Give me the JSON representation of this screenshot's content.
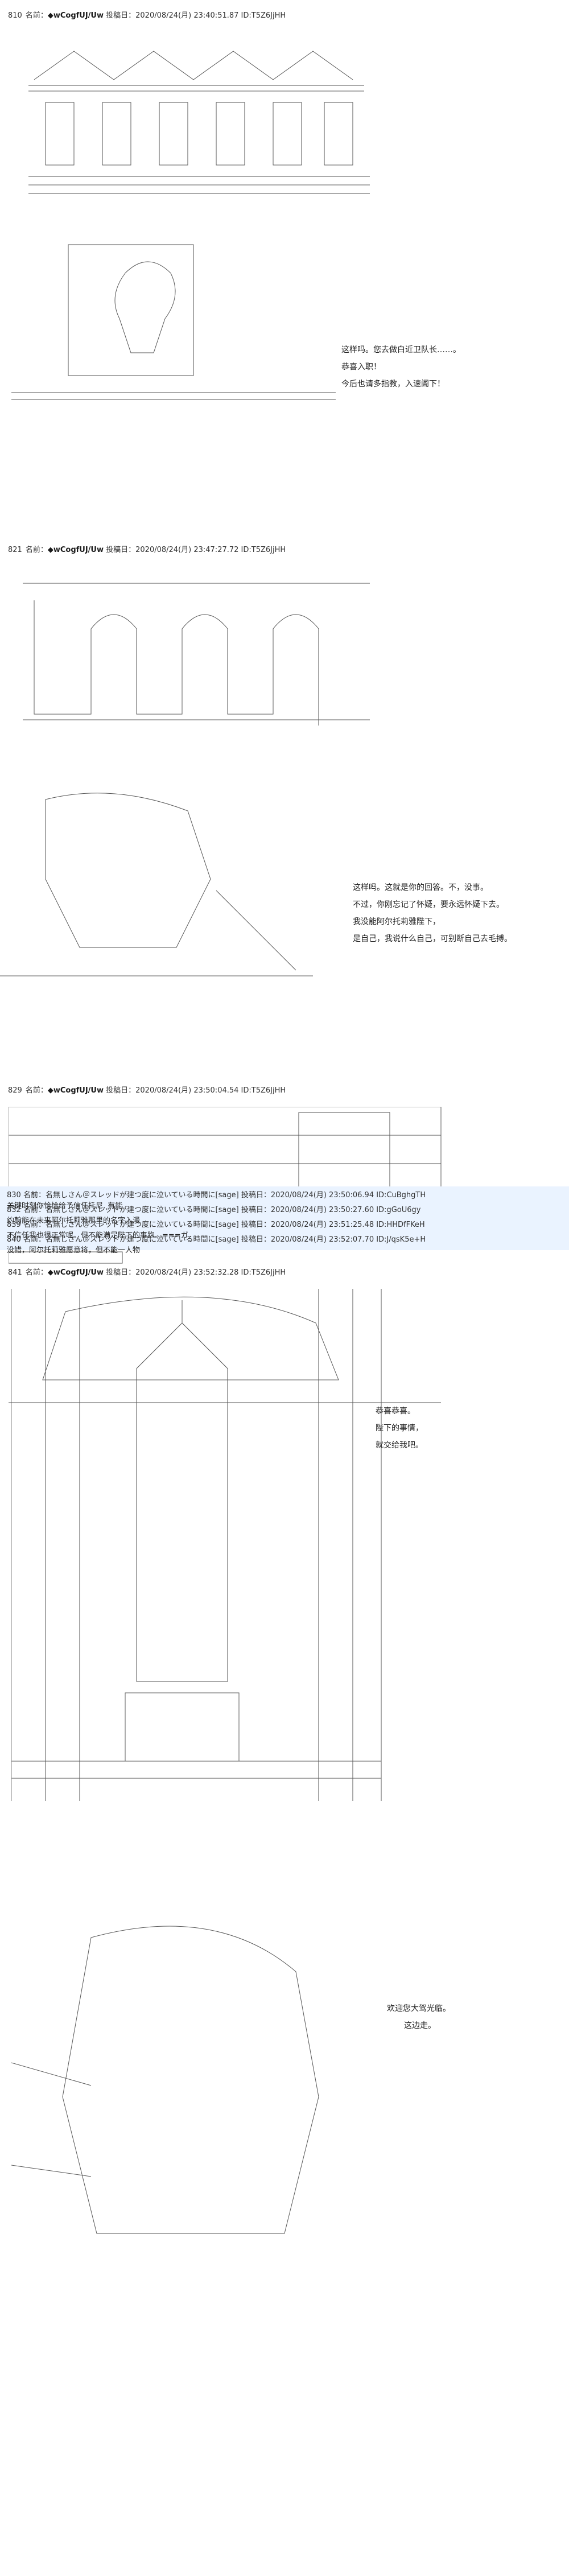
{
  "posts": [
    {
      "num": "810",
      "label": "名前：",
      "trip": "◆wCogfUJ/Uw",
      "posted": "投稿日：2020/08/24(月) 23:40:51.87 ID:T5Z6JjHH",
      "lines": [
        "这样吗。您去做白近卫队长……。",
        "恭喜入职！",
        "今后也请多指教，入速阁下！"
      ]
    },
    {
      "num": "821",
      "label": "名前：",
      "trip": "◆wCogfUJ/Uw",
      "posted": "投稿日：2020/08/24(月) 23:47:27.72 ID:T5Z6JjHH",
      "lines": [
        "这样吗。这就是你的回答。不，没事。",
        "不过，你刚忘记了怀疑，要永远怀疑下去。",
        "我没能阿尔托莉雅陛下，",
        "是自己，我说什么自己，可别断自己去毛搏。"
      ]
    },
    {
      "num": "829",
      "label": "名前：",
      "trip": "◆wCogfUJ/Uw",
      "posted": "投稿日：2020/08/24(月) 23:50:04.54 ID:T5Z6JjHH",
      "lines": [
        "恭喜恭喜。",
        "陛下的事情，",
        "就交给我吧。"
      ]
    },
    {
      "num": "841",
      "label": "名前：",
      "trip": "◆wCogfUJ/Uw",
      "posted": "投稿日：2020/08/24(月) 23:52:32.28 ID:T5Z6JjHH",
      "lines": [
        "欢迎您大驾光临。",
        "这边走。"
      ]
    }
  ],
  "replies": [
    {
      "meta": "830 名前：名無しさん＠スレッドが建つ度に泣いている時間に[sage] 投稿日：2020/08/24(月) 23:50:06.94 ID:CuBghgTH",
      "text": "关键时刻你恰恰给予信任托尼, 有能"
    },
    {
      "meta": "832 名前：名無しさん＠スレッドが建つ度に泣いている時間に[sage] 投稿日：2020/08/24(月) 23:50:27.60 ID:gGoU6gy",
      "text": "约翰能在未来阿尔托莉雅那里的名字入漫"
    },
    {
      "meta": "839 名前：名無しさん＠スレッドが建つ度に泣いている時間に[sage] 投稿日：2020/08/24(月) 23:51:25.48 ID:HHDfFKeH",
      "text": "不信任我也很正常呢。但不能满足陛下的事跑。===ガ"
    },
    {
      "meta": "840 名前：名無しさん＠スレッドが建つ度に泣いている時間に[sage] 投稿日：2020/08/24(月) 23:52:07.70 ID:J/qsK5e+H",
      "text": "没错，阿尔托莉雅愿意将，但不能一人物"
    }
  ]
}
